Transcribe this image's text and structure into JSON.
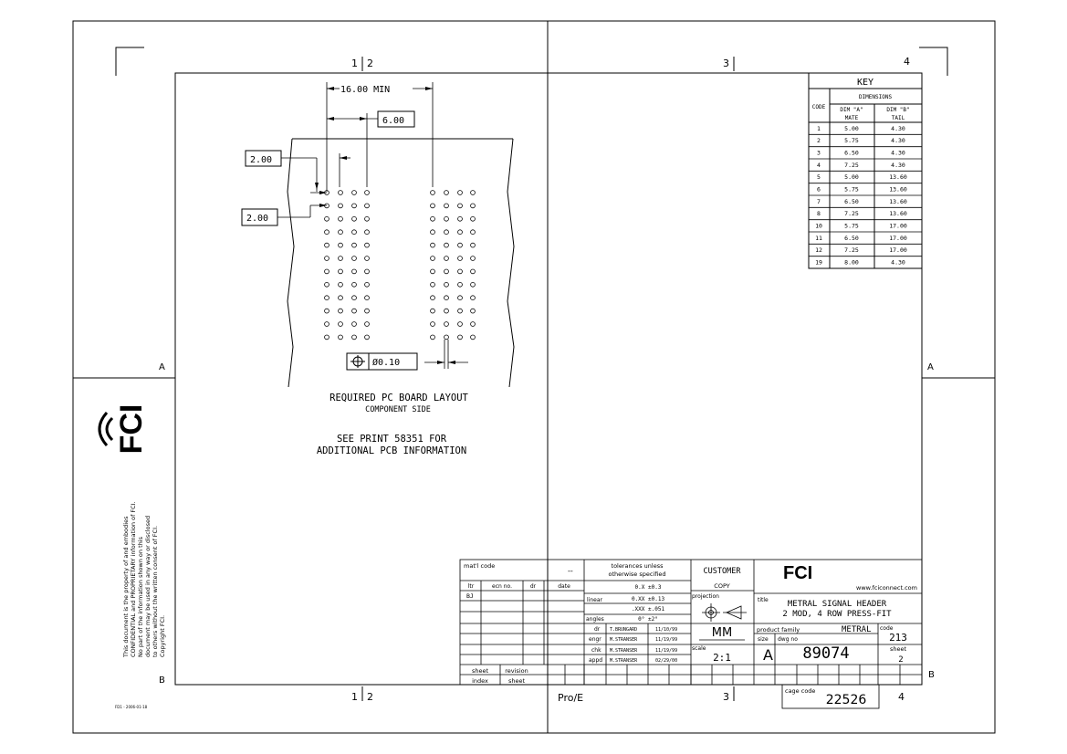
{
  "border": {
    "zones_top": [
      "1",
      "2",
      "3",
      "4"
    ],
    "zones_bottom": [
      "1",
      "2",
      "3",
      "4"
    ],
    "zone_a": "A",
    "zone_b": "B"
  },
  "layout": {
    "dim_16": "16.00 MIN",
    "dim_6": "6.00",
    "dim_2a": "2.00",
    "dim_2b": "2.00",
    "tolerance": "Ø0.10",
    "caption_1": "REQUIRED PC BOARD LAYOUT",
    "caption_2": "COMPONENT SIDE",
    "note_1": "SEE PRINT 58351 FOR",
    "note_2": "ADDITIONAL PCB INFORMATION"
  },
  "key_table": {
    "title": "KEY",
    "code_header": "CODE",
    "dimensions_header": "DIMENSIONS",
    "dim_a_header": "DIM \"A\"",
    "dim_a_sub": "MATE",
    "dim_b_header": "DIM \"B\"",
    "dim_b_sub": "TAIL",
    "rows": [
      {
        "code": "1",
        "a": "5.00",
        "b": "4.30"
      },
      {
        "code": "2",
        "a": "5.75",
        "b": "4.30"
      },
      {
        "code": "3",
        "a": "6.50",
        "b": "4.30"
      },
      {
        "code": "4",
        "a": "7.25",
        "b": "4.30"
      },
      {
        "code": "5",
        "a": "5.00",
        "b": "13.60"
      },
      {
        "code": "6",
        "a": "5.75",
        "b": "13.60"
      },
      {
        "code": "7",
        "a": "6.50",
        "b": "13.60"
      },
      {
        "code": "8",
        "a": "7.25",
        "b": "13.60"
      },
      {
        "code": "10",
        "a": "5.75",
        "b": "17.00"
      },
      {
        "code": "11",
        "a": "6.50",
        "b": "17.00"
      },
      {
        "code": "12",
        "a": "7.25",
        "b": "17.00"
      },
      {
        "code": "19",
        "a": "8.00",
        "b": "4.30"
      }
    ]
  },
  "side_panel": {
    "logo": "FCI",
    "confidential": [
      "This document is the property of and embodies",
      "CONFIDENTIAL and PROPRIETARY information of FCI.",
      "No part of the information shown on this",
      "document may be used in any way or disclosed",
      "to others without the written consent of FCI.",
      "Copyright FCI."
    ],
    "form_id": "FD1 - 2006-01-18"
  },
  "title_block": {
    "matl_code_label": "mat'l code",
    "matl_code_value": "--",
    "tolerances_label_1": "tolerances unless",
    "tolerances_label_2": "otherwise specified",
    "customer_1": "CUSTOMER",
    "customer_2": "COPY",
    "rev_headers": [
      "ltr",
      "ecn no.",
      "dr",
      "date"
    ],
    "rev_ltr": "BJ",
    "linear_label": "linear",
    "tol_x": "0.X ±0.3",
    "tol_xx": "0.XX ±0.13",
    "tol_xxx": ".XXX ±.051",
    "angles_label": "angles",
    "tol_angles": "0° ±2°",
    "dr_label": "dr",
    "dr_name": "T.BRUNGARD",
    "dr_date": "11/10/99",
    "engr_label": "engr",
    "engr_name": "M.STRANSER",
    "engr_date": "11/19/99",
    "chk_label": "chk",
    "chk_name": "M.STRANSER",
    "chk_date": "11/19/99",
    "appd_label": "appd",
    "appd_name": "M.STRANSER",
    "appd_date": "02/29/00",
    "projection_label": "projection",
    "units": "MM",
    "scale_label": "scale",
    "scale_value": "2:1",
    "website": "www.fciconnect.com",
    "title_label": "title",
    "title_1": "METRAL SIGNAL HEADER",
    "title_2": "2 MOD, 4 ROW PRESS-FIT",
    "product_family_label": "product family",
    "product_family_value": "METRAL",
    "code_label": "code",
    "code_value": "213",
    "size_label": "size",
    "size_value": "A",
    "dwg_no_label": "dwg no",
    "dwg_no_value": "89074",
    "sheet_label": "sheet",
    "sheet_value": "2",
    "sheet_index_label": "sheet",
    "index_label": "index",
    "revision_label": "revision",
    "sheet_label_2": "sheet",
    "cage_code_label": "cage code",
    "cage_code_value": "22526",
    "pro_e": "Pro/E"
  }
}
